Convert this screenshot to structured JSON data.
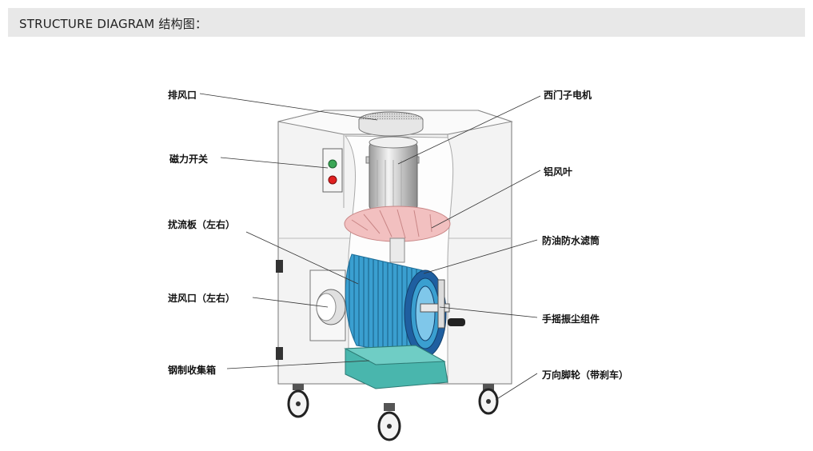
{
  "header": {
    "title": "STRUCTURE DIAGRAM 结构图："
  },
  "labels": {
    "exhaust_outlet": "排风口",
    "siemens_motor": "西门子电机",
    "magnetic_switch": "磁力开关",
    "aluminum_impeller": "铝风叶",
    "baffle": "扰流板（左右）",
    "filter_cartridge": "防油防水滤筒",
    "air_inlet": "进风口（左右）",
    "shaker_assembly": "手摇振尘组件",
    "steel_bin": "钢制收集箱",
    "casters": "万向脚轮（带刹车）"
  },
  "colors": {
    "header_bg": "#e8e8e8",
    "filter_blue": "#3a9fd0",
    "bin_teal": "#49b6ad",
    "impeller_pink": "#f2c0c0",
    "start_button": "#3aa655",
    "stop_button": "#e02020"
  }
}
